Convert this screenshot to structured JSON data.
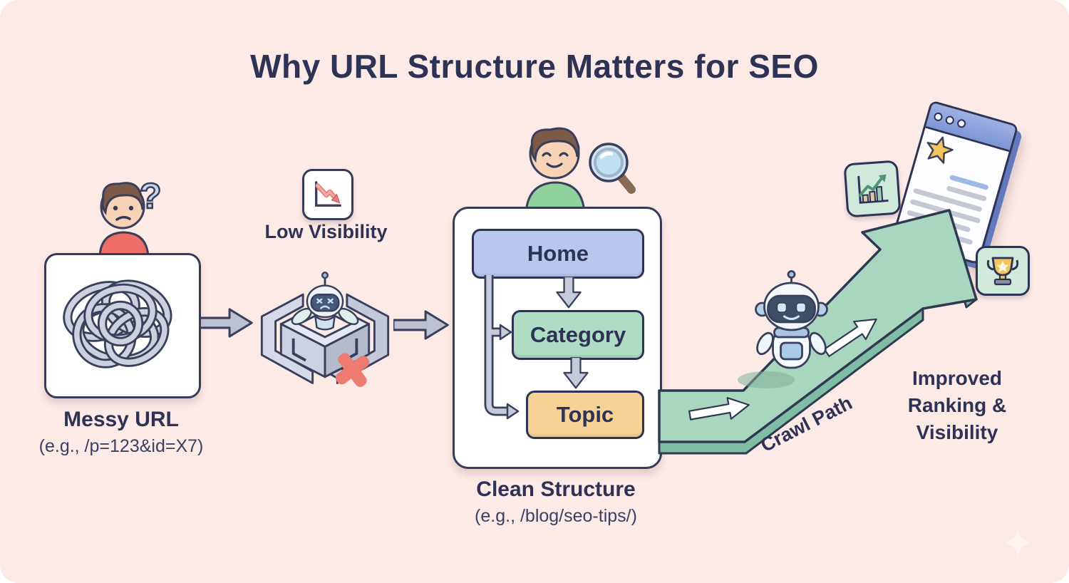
{
  "title": "Why URL Structure Matters for SEO",
  "messy": {
    "label": "Messy URL",
    "example": "(e.g., /p=123&id=X7)",
    "question_mark": "?"
  },
  "low_visibility": {
    "label": "Low Visibility"
  },
  "clean": {
    "label": "Clean Structure",
    "example": "(e.g., /blog/seo-tips/)",
    "nodes": [
      "Home",
      "Category",
      "Topic"
    ]
  },
  "crawl_path": {
    "label": "Crawl Path"
  },
  "improved": {
    "lines": [
      "Improved",
      "Ranking &",
      "Visibility"
    ]
  },
  "icons": [
    "question-mark-icon",
    "tangled-knot-icon",
    "declining-chart-icon",
    "maze-trapped-robot-icon",
    "red-x-icon",
    "magnifying-glass-icon",
    "crawler-robot-icon",
    "browser-window-icon",
    "growth-chart-icon",
    "trophy-icon",
    "sparkle-icon"
  ],
  "colors": {
    "background": "#fceae6",
    "ink": "#2e3356",
    "box_border": "#363b59",
    "home_blue": "#b7c7ee",
    "category_green": "#aedcc4",
    "topic_amber": "#f6d294",
    "path_green": "#a9d6bf",
    "path_green_dark": "#7fbda4",
    "gray_arrow": "#bcc2d2",
    "mint_icon_bg": "#cfe9da",
    "red_accent": "#ee7b72",
    "gold": "#f2c55c",
    "browser_blue": "#8aa1d8"
  }
}
